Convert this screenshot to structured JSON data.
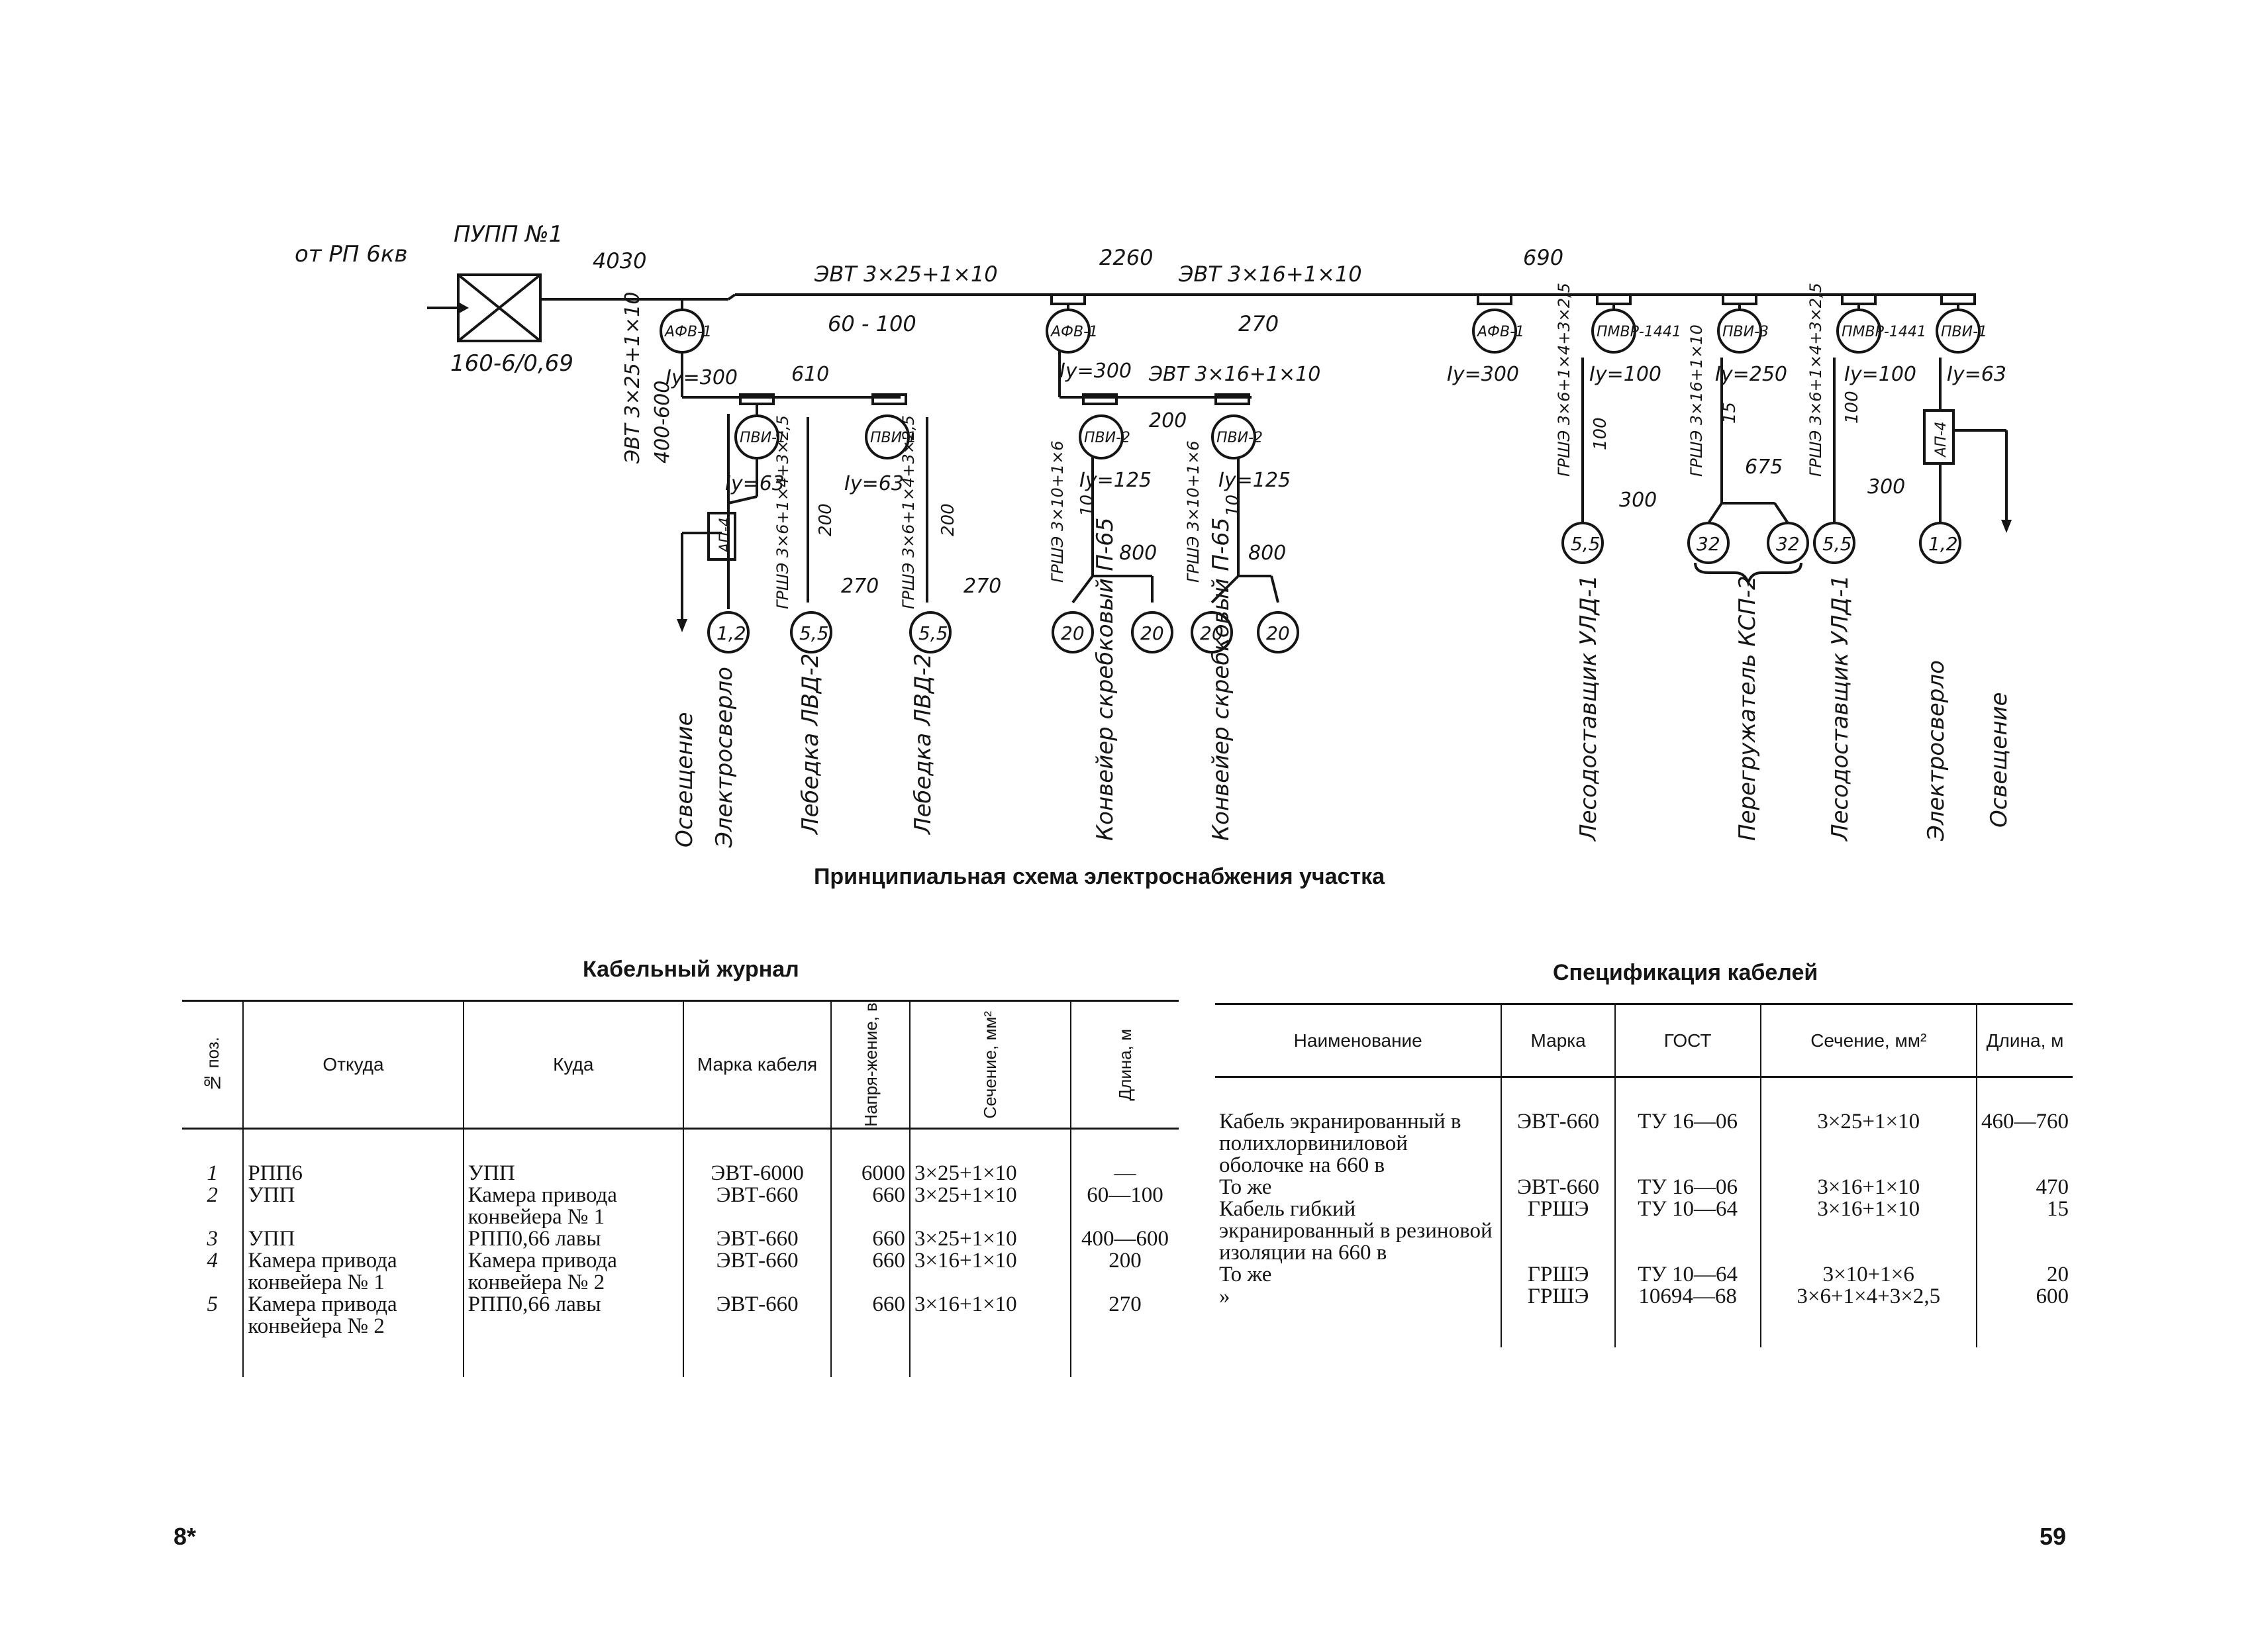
{
  "scheme": {
    "caption": "Принципиальная схема электроснабжения участка",
    "source_label": "от РП 6кв",
    "station_label": "ПУПП №1",
    "transformer_label": "160-6/0,69",
    "sc_currents": [
      "4030",
      "2260",
      "690",
      "610",
      "270",
      "270",
      "200",
      "800",
      "800",
      "300",
      "675",
      "300"
    ],
    "trunk_cable_1": "ЭВТ 3×25+1×10",
    "trunk_length_1": "60 - 100",
    "trunk_cable_2": "ЭВТ 3×16+1×10",
    "trunk_length_2": "270",
    "branch_cable_1": "ЭВТ 3×25+1×10",
    "branch_length_1": "400-600",
    "branch_cable_2": "ЭВТ 3×16+1×10",
    "breakers": [
      "АФВ-1",
      "ПВИ-1",
      "ПВИ-1",
      "АФВ-1",
      "ПВИ-2",
      "ПВИ-2",
      "АФВ-1",
      "ПМВР-1441",
      "ПВИ-3",
      "ПМВР-1441",
      "ПВИ-1"
    ],
    "settings": [
      "Iу=300",
      "Iу=63",
      "Iу=63",
      "Iу=300",
      "Iу=125",
      "Iу=125",
      "Iу=300",
      "Iу=100",
      "Iу=250",
      "Iу=100",
      "Iу=63"
    ],
    "cables_vertical": [
      "ГРШЭ 3×6+1×4+3×2,5",
      "ГРШЭ 3×6+1×4+3×2,5",
      "ГРШЭ 3×10+1×6",
      "ГРШЭ 3×10+1×6",
      "ГРШЭ 3×6+1×4+3×2,5",
      "ГРШЭ 3×16+1×10",
      "ГРШЭ 3×6+1×4+3×2,5"
    ],
    "cable_lengths": [
      "200",
      "200",
      "10",
      "10",
      "100",
      "15",
      "100"
    ],
    "ap": [
      "АП-4",
      "АП-4"
    ],
    "motors": [
      "1,2",
      "5,5",
      "5,5",
      "20",
      "20",
      "20",
      "20",
      "5,5",
      "32",
      "32",
      "5,5",
      "1,2"
    ],
    "consumers": [
      "Освещение",
      "Электросверло",
      "Лебедка ЛВД-2",
      "Лебедка ЛВД-2",
      "Конвейер скребковый П-65",
      "Конвейер скребковый П-65",
      "Лесодоставщик УЛД-1",
      "Перегружатель КСП-2",
      "Лесодоставщик УЛД-1",
      "Электросверло",
      "Освещение"
    ]
  },
  "journal": {
    "title": "Кабельный журнал",
    "headers": [
      "№ поз.",
      "Откуда",
      "Куда",
      "Марка кабеля",
      "Напря-жение, в",
      "Сечение, мм²",
      "Длина, м"
    ],
    "rows": [
      [
        "1",
        "РПП6",
        "УПП",
        "ЭВТ-6000",
        "6000",
        "3×25+1×10",
        "—"
      ],
      [
        "2",
        "УПП",
        "Камера привода конвейера № 1",
        "ЭВТ-660",
        "660",
        "3×25+1×10",
        "60—100"
      ],
      [
        "3",
        "УПП",
        "РПП0,66 лавы",
        "ЭВТ-660",
        "660",
        "3×25+1×10",
        "400—600"
      ],
      [
        "4",
        "Камера привода конвейера № 1",
        "Камера привода конвейера № 2",
        "ЭВТ-660",
        "660",
        "3×16+1×10",
        "200"
      ],
      [
        "5",
        "Камера привода конвейера № 2",
        "РПП0,66 лавы",
        "ЭВТ-660",
        "660",
        "3×16+1×10",
        "270"
      ]
    ]
  },
  "spec": {
    "title": "Спецификация кабелей",
    "headers": [
      "Наименование",
      "Марка",
      "ГОСТ",
      "Сечение, мм²",
      "Длина, м"
    ],
    "rows": [
      [
        "Кабель экранированный в полихлорвиниловой оболочке на 660 в",
        "ЭВТ-660",
        "ТУ 16—06",
        "3×25+1×10",
        "460—760"
      ],
      [
        "То же",
        "ЭВТ-660",
        "ТУ 16—06",
        "3×16+1×10",
        "470"
      ],
      [
        "Кабель гибкий экранированный в резиновой изоляции на 660 в",
        "ГРШЭ",
        "ТУ 10—64",
        "3×16+1×10",
        "15"
      ],
      [
        "То же",
        "ГРШЭ",
        "ТУ 10—64",
        "3×10+1×6",
        "20"
      ],
      [
        "»",
        "ГРШЭ",
        "10694—68",
        "3×6+1×4+3×2,5",
        "600"
      ]
    ]
  },
  "footer": {
    "left": "8*",
    "right": "59"
  }
}
